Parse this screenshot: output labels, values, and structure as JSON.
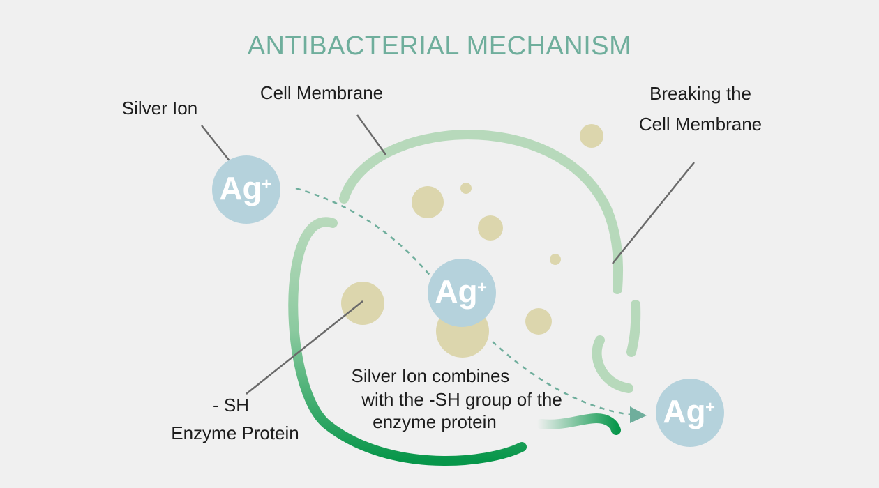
{
  "title": "ANTIBACTERIAL MECHANISM",
  "labels": {
    "silver_ion": "Silver Ion",
    "cell_membrane": "Cell Membrane",
    "breaking_line1": "Breaking the",
    "breaking_line2": "Cell Membrane",
    "sh": "- SH",
    "enzyme_protein": "Enzyme Protein",
    "combines_line1": "Silver Ion combines",
    "combines_line2": "with the -SH group of the",
    "combines_line3": "enzyme protein"
  },
  "ion": {
    "symbol": "Ag",
    "charge": "+"
  },
  "colors": {
    "title": "#6fae9c",
    "ion": "#b5d2dc",
    "membrane_light": "#b7d9bb",
    "membrane_dark": "#07964a",
    "particle": "#dcd6ad",
    "pointer": "#6a6a6a",
    "path": "#6fae9c"
  }
}
